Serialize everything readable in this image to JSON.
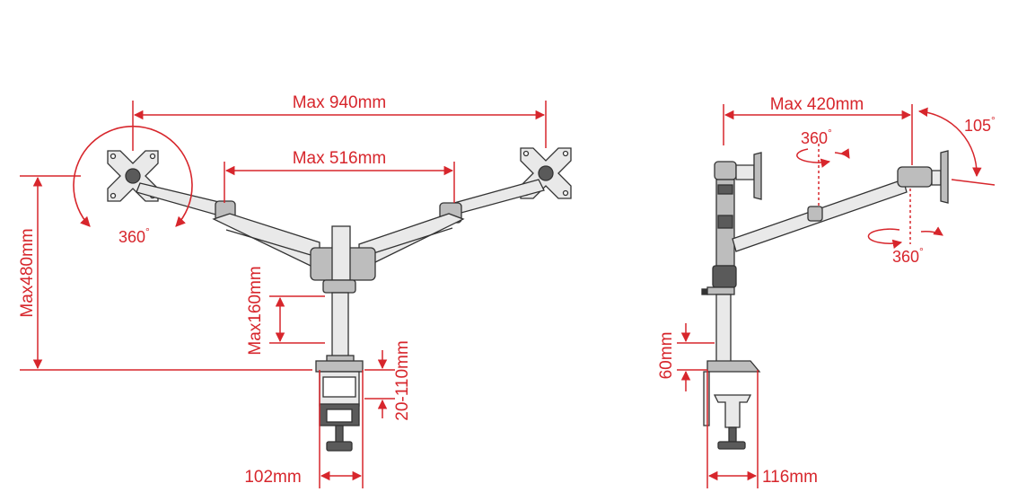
{
  "colors": {
    "dimension": "#d7262c",
    "outline": "#333333",
    "fill_light": "#e9e9e9",
    "fill_mid": "#bdbdbd",
    "fill_dark": "#5a5a5a"
  },
  "front_view": {
    "max_width_label": "Max 940mm",
    "inner_width_label": "Max 516mm",
    "rotation_label": "360",
    "height_label": "Max480mm",
    "adjust_label": "Max160mm",
    "desk_thickness_label": "20-110mm",
    "base_width_label": "102mm"
  },
  "side_view": {
    "reach_label": "Max 420mm",
    "pivot_top_label": "360",
    "tilt_label": "105",
    "pivot_bottom_label": "360",
    "pole_label": "60mm",
    "base_depth_label": "116mm"
  },
  "symbols": {
    "degree": "°"
  }
}
